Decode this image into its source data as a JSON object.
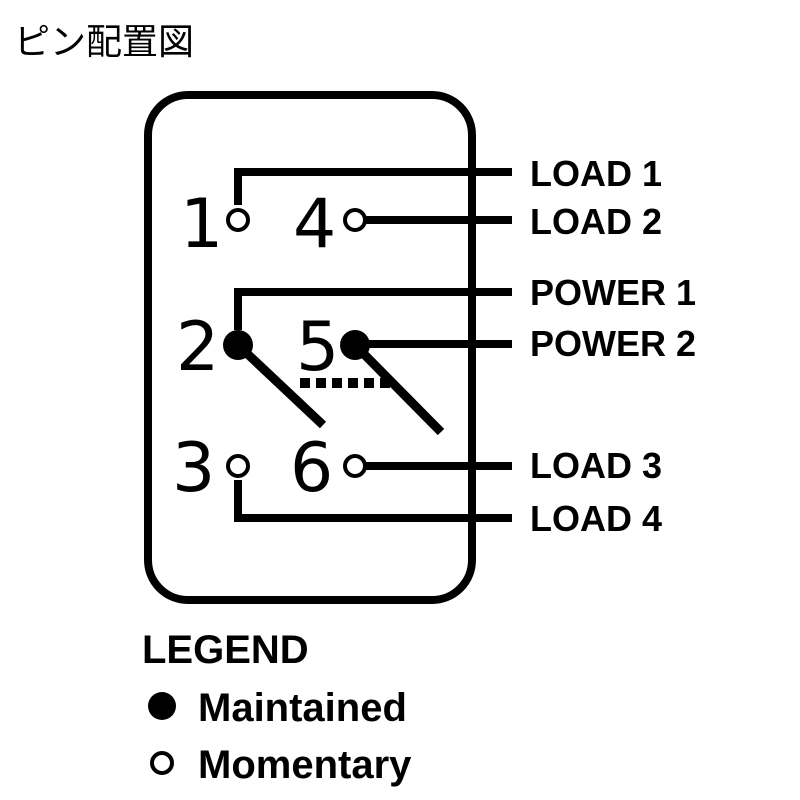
{
  "title": "ピン配置図",
  "pins": {
    "p1": "1",
    "p2": "2",
    "p3": "3",
    "p4": "4",
    "p5": "5",
    "p6": "6"
  },
  "wire_labels": {
    "load1": "LOAD 1",
    "load2": "LOAD 2",
    "power1": "POWER 1",
    "power2": "POWER 2",
    "load3": "LOAD 3",
    "load4": "LOAD 4"
  },
  "legend": {
    "title": "LEGEND",
    "maintained": "Maintained",
    "momentary": "Momentary"
  },
  "terminal_types": {
    "p1": "momentary",
    "p2": "maintained",
    "p3": "momentary",
    "p4": "momentary",
    "p5": "maintained",
    "p6": "momentary"
  }
}
